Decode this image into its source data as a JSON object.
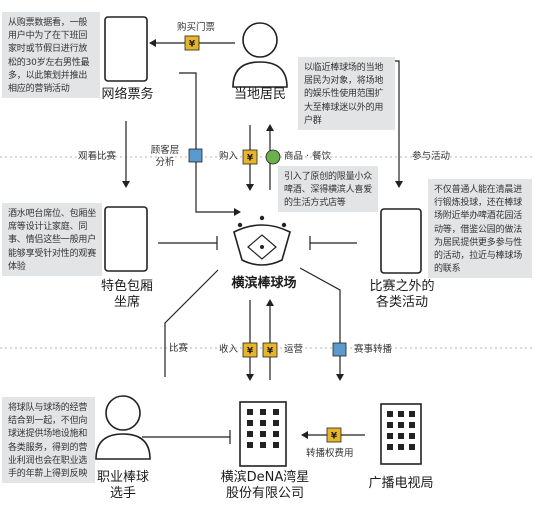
{
  "nodes": {
    "online_ticketing": "网络票务",
    "local_residents": "当地居民",
    "box_seats": "特色包厢\n坐席",
    "stadium": "横滨棒球场",
    "other_events": "比赛之外的\n各类活动",
    "players": "职业棒球\n选手",
    "company": "横滨DeNA湾星\n股份有限公司",
    "broadcaster": "广播电视局"
  },
  "edges": {
    "buy_ticket": "购买门票",
    "watch_game": "观看比赛",
    "customer_analysis": "顾客层\n分析",
    "purchase": "购入",
    "goods_food": "商品 · 餐饮",
    "participate": "参与活动",
    "game": "比赛",
    "revenue": "收入",
    "operation": "运营",
    "broadcast": "赛事转播",
    "broadcast_fee": "转播权费用"
  },
  "notes": {
    "ticket_note": "从购票数据看，一般用户中为了在下班回家时或节假日进行放松的30岁左右男性最多，以此策划并推出相应的营销活动",
    "resident_note": "以临近棒球场的当地居民为对象，将场地的娱乐性使用范围扩大至棒球迷以外的用户群",
    "goods_note": "引入了原创的限量小众啤酒、深得横滨人喜爱的生活方式店等",
    "box_note": "酒水吧台席位、包厢坐席等设计让家庭、同事、情侣这些一般用户能够享受针对性的观赛体验",
    "event_note": "不仅普通人能在清晨进行锻炼投球，还在棒球场附近举办啤酒花园活动等，借鉴公园的做法为居民提供更多参与性的活动，拉近与棒球场的联系",
    "player_note": "将球队与球场的经营结合到一起，不但向球迷提供场地设施和各类服务，得到的营业利润也会在职业选手的年薪上得到反映"
  },
  "icons": [
    "yen-coin-icon",
    "stadium-icon",
    "person-icon",
    "building-icon",
    "ticket-icon"
  ],
  "colors": {
    "accent": "#e8b528",
    "square": "#5a9ad0",
    "circle": "#6ab04c",
    "note_bg": "#e3e4e6",
    "line": "#222222",
    "divider": "#aaaaaa"
  }
}
